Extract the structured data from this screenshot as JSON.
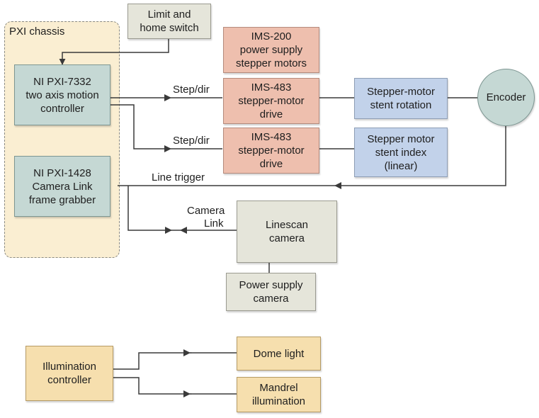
{
  "diagram": {
    "chassis_label": "PXI chassis",
    "nodes": {
      "limit_switch": [
        "Limit and",
        "home switch"
      ],
      "ims200": [
        "IMS-200",
        "power supply",
        "stepper motors"
      ],
      "pxi7332": [
        "NI PXI-7332",
        "two axis motion",
        "controller"
      ],
      "ims483_a": [
        "IMS-483",
        "stepper-motor",
        "drive"
      ],
      "rotation_motor": [
        "Stepper-motor",
        "stent rotation"
      ],
      "encoder": "Encoder",
      "ims483_b": [
        "IMS-483",
        "stepper-motor",
        "drive"
      ],
      "index_motor": [
        "Stepper motor",
        "stent index",
        "(linear)"
      ],
      "pxi1428": [
        "NI PXI-1428",
        "Camera Link",
        "frame grabber"
      ],
      "linescan_camera": [
        "Linescan",
        "camera"
      ],
      "camera_power": [
        "Power supply",
        "camera"
      ],
      "illumination_controller": [
        "Illumination",
        "controller"
      ],
      "dome_light": [
        "Dome light"
      ],
      "mandrel_illumination": [
        "Mandrel",
        "illumination"
      ]
    },
    "edge_labels": {
      "step_dir_1": "Step/dir",
      "step_dir_2": "Step/dir",
      "line_trigger": "Line trigger",
      "camera_link": [
        "Camera",
        "Link"
      ]
    },
    "colors": {
      "controller": "#c5d8d4",
      "drive": "#eebfae",
      "motor": "#c2d2ea",
      "camera": "#e5e5da",
      "illumination": "#f6dfae",
      "chassis": "#faeed2",
      "line": "#3a3a3a"
    }
  }
}
